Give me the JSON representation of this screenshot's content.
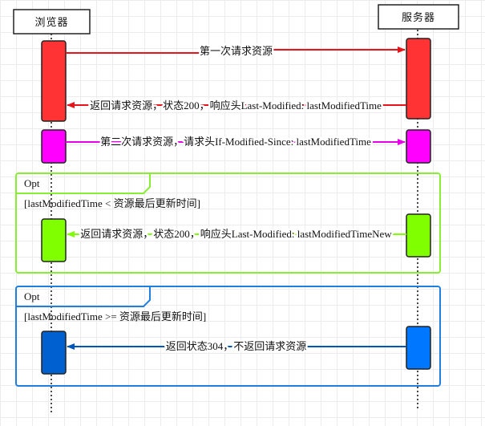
{
  "actors": {
    "browser": "浏览器",
    "server": "服务器"
  },
  "messages": [
    {
      "text": "第一次请求资源",
      "color": "#e8141b"
    },
    {
      "text": "返回请求资源，状态200，响应头Last-Modified: lastModifiedTime",
      "color": "#e8141b"
    },
    {
      "text": "第二次请求资源，请求头If-Modified-Since: lastModifiedTime",
      "color": "#e800e8"
    },
    {
      "text": "返回请求资源，状态200，响应头Last-Modified: lastModifiedTimeNew",
      "color": "#7fff00"
    },
    {
      "text": "返回状态304，不返回请求资源",
      "color": "#0055bb"
    }
  ],
  "fragments": [
    {
      "keyword": "Opt",
      "guard": "[lastModifiedTime < 资源最后更新时间]",
      "color": "#88ee33"
    },
    {
      "keyword": "Opt",
      "guard": "[lastModifiedTime >= 资源最后更新时间]",
      "color": "#1e7fe0"
    }
  ],
  "activation_colors": {
    "red": "#ff3333",
    "magenta": "#ff00ff",
    "green": "#80ff00",
    "blue_browser": "#0060d0",
    "blue_server": "#0077ff"
  }
}
